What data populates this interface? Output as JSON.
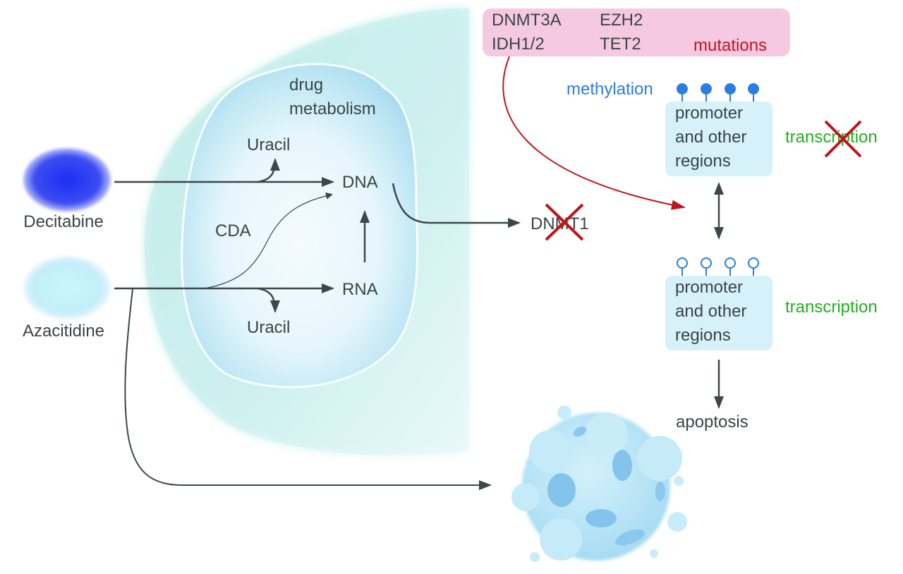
{
  "drugs": {
    "decitabine": {
      "label": "Decitabine",
      "color": "#2a3cf0"
    },
    "azacitidine": {
      "label": "Azacitidine",
      "color": "#c6f3f8"
    }
  },
  "cell": {
    "drug_metabolism_line1": "drug",
    "drug_metabolism_line2": "metabolism",
    "uracil_top": "Uracil",
    "uracil_bottom": "Uracil",
    "dna": "DNA",
    "rna": "RNA",
    "cda": "CDA"
  },
  "dnmt1": {
    "label": "DNMT1",
    "inhibited": true
  },
  "mutations": {
    "genes": [
      "DNMT3A",
      "EZH2",
      "IDH1/2",
      "TET2"
    ],
    "label": "mutations",
    "box_color": "#f6c9e3",
    "label_color": "#c0141c"
  },
  "methylated": {
    "methylation_label": "methylation",
    "region_line1": "promoter",
    "region_line2": "and other",
    "region_line3": "regions",
    "transcription": "transcription",
    "transcription_blocked": true
  },
  "unmethylated": {
    "region_line1": "promoter",
    "region_line2": "and other",
    "region_line3": "regions",
    "transcription": "transcription"
  },
  "outcome": {
    "apoptosis": "apoptosis"
  },
  "colors": {
    "arrow": "#3d4749",
    "mutation_arrow": "#c0141c",
    "methyl_marker": "#2a7de1",
    "region_box": "#d6f1f9",
    "transcription": "#22b01e",
    "block_cross": "#c0141c"
  }
}
